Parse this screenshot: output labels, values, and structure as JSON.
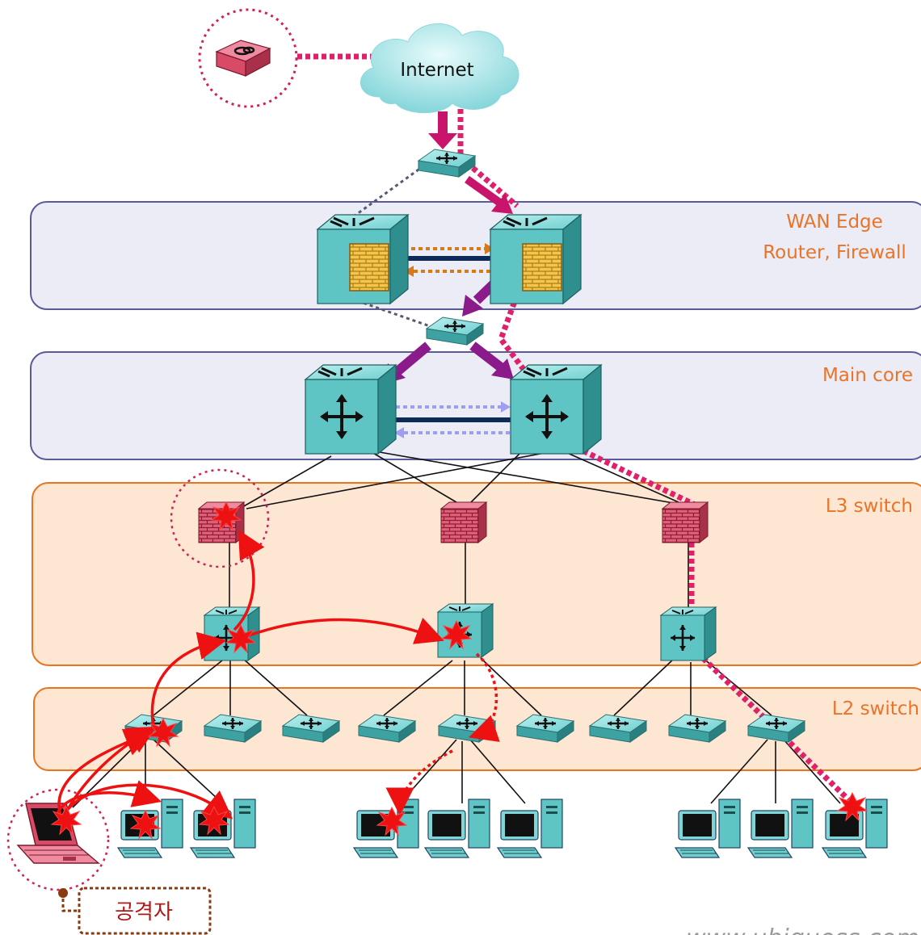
{
  "cloud": {
    "label": "Internet"
  },
  "zones": {
    "wan": {
      "line1": "WAN Edge",
      "line2": "Router, Firewall"
    },
    "core": {
      "label": "Main core"
    },
    "l3": {
      "label": "L3 switch"
    },
    "l2": {
      "label": "L2 switch"
    }
  },
  "attacker": {
    "label": "공격자"
  },
  "watermark": {
    "text": "www.ubiquoss.com"
  },
  "colors": {
    "zone_border_purple": "#5a5a9a",
    "zone_fill_lavender": "#ececf6",
    "zone_border_orange": "#e8741e",
    "zone_fill_peach": "#fde6d2",
    "traffic_path": "#e0206a",
    "core_flow": "#8b1a8b",
    "attack_flow": "#ee1111",
    "device_teal": "#5fc4c4",
    "firewall_pink": "#d8506e",
    "label_orange": "#e8742a"
  },
  "icons": [
    "internet-cloud-icon",
    "threat-source-icon",
    "router-firewall-icon",
    "core-switch-icon",
    "l3-firewall-icon",
    "l3-switch-icon",
    "l2-switch-icon",
    "desktop-pc-icon",
    "laptop-icon",
    "attack-burst-icon"
  ]
}
